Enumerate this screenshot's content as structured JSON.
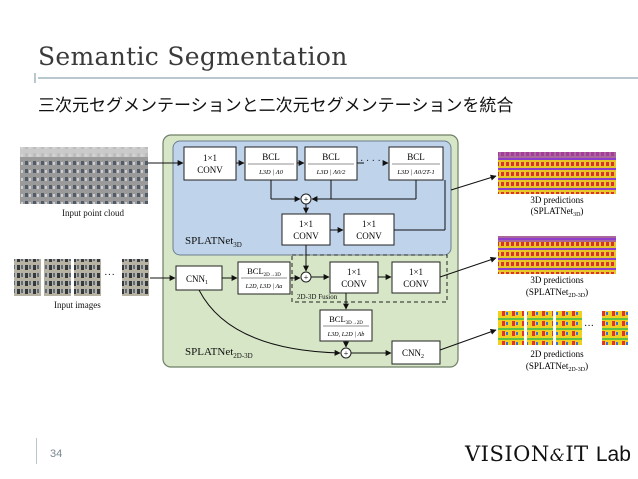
{
  "slide": {
    "title": "Semantic Segmentation",
    "subtitle": "三次元セグメンテーションと二次元セグメンテーションを統合",
    "page_number": "34",
    "logo": {
      "part1": "VISION",
      "amp": "&",
      "part2": "IT",
      "part3": "Lab"
    }
  },
  "diagram": {
    "inputs": {
      "point_cloud": "Input point cloud",
      "images": "Input images",
      "ellipsis": "···"
    },
    "conv_label": "1×1\nCONV",
    "bcl_top": [
      {
        "title": "BCL",
        "sub": "L3D | Λ0"
      },
      {
        "title": "BCL",
        "sub": "L3D | Λ0/2"
      },
      {
        "title": "BCL",
        "sub": "L3D | Λ0/2T-1"
      }
    ],
    "dots": "· · · ·",
    "splat3d": "SPLATNet3D",
    "splat2d3d": "SPLATNet2D-3D",
    "cnn1": "CNN1",
    "cnn2": "CNN2",
    "bcl_2d_3d": {
      "title": "BCL2D→3D",
      "sub": "L2D, L3D | Λa"
    },
    "bcl_3d_2d": {
      "title": "BCL3D→2D",
      "sub": "L3D, L2D | Λb"
    },
    "fusion": "2D-3D Fusion",
    "outputs": {
      "pred3d_a": [
        "3D predictions",
        "(SPLATNet3D)"
      ],
      "pred3d_b": [
        "3D predictions",
        "(SPLATNet2D-3D)"
      ],
      "pred2d": [
        "2D predictions",
        "(SPLATNet2D-3D)"
      ],
      "ellipsis": "···"
    }
  }
}
